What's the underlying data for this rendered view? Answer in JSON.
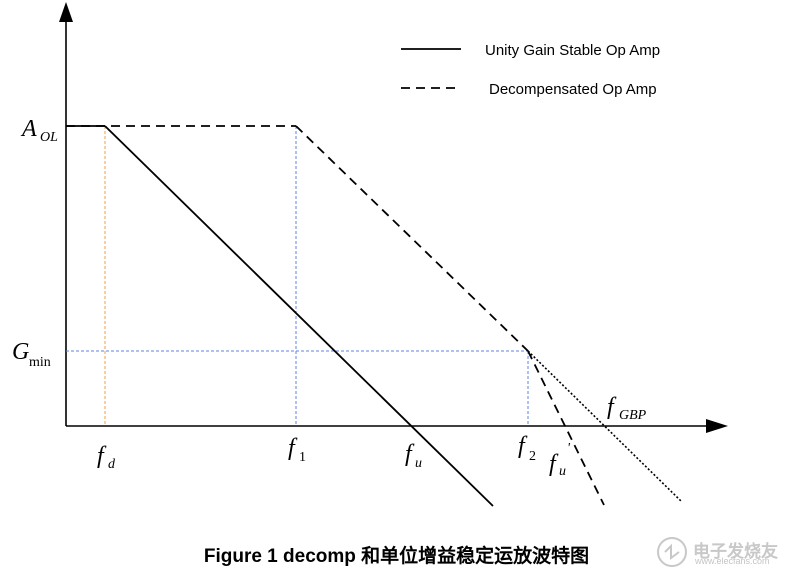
{
  "legend": {
    "solid_label": "Unity Gain Stable Op Amp",
    "dashed_label": "Decompensated Op Amp"
  },
  "y_labels": {
    "aol_main": "A",
    "aol_sub": "OL",
    "gmin_main": "G",
    "gmin_sub": "min"
  },
  "x_labels": {
    "fd_main": "f",
    "fd_sub": "d",
    "f1_main": "f",
    "f1_sub": "1",
    "fu_main": "f",
    "fu_sub": "u",
    "f2_main": "f",
    "f2_sub": "2",
    "fu2_main": "f",
    "fu2_sub": "u",
    "fu2_prime": "'",
    "fgbp_main": "f",
    "fgbp_sub": "GBP"
  },
  "caption": "Figure 1  decomp   和单位增益稳定运放波特图",
  "watermark": {
    "brand": "电子发烧友",
    "site": "www.elecfans.com"
  },
  "colors": {
    "curve": "#000000",
    "guide_orange": "#f0a040",
    "guide_blue": "#6080e0",
    "axis": "#000000"
  }
}
